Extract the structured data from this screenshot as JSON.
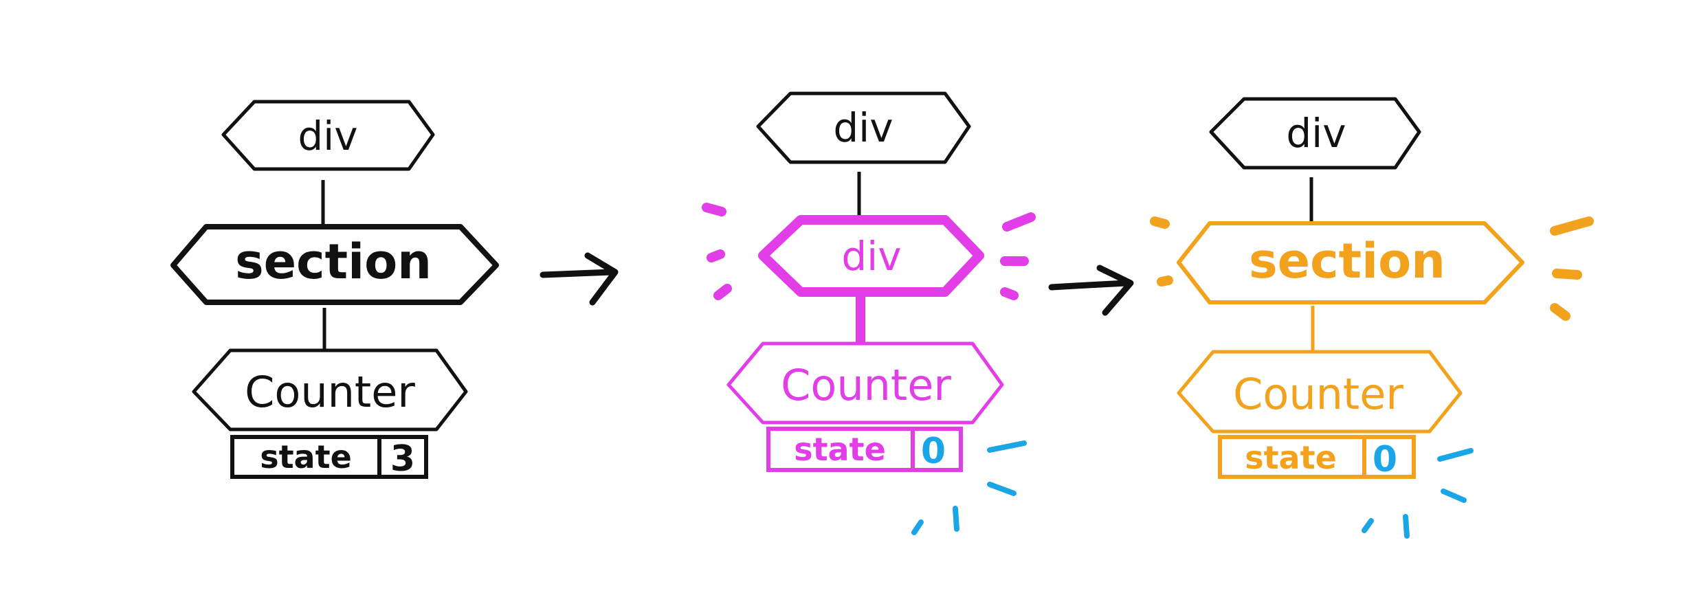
{
  "colors": {
    "black": "#111111",
    "magenta": "#e23ee8",
    "orange": "#f2a21c",
    "blue": "#1aa6e6"
  },
  "trees": [
    {
      "color": "black",
      "top": {
        "label": "div"
      },
      "middle": {
        "label": "section",
        "bold": true
      },
      "counter": {
        "label": "Counter"
      },
      "state": {
        "label": "state",
        "value": "3"
      },
      "burst_middle": false,
      "burst_value": false
    },
    {
      "color": "magenta",
      "top": {
        "label": "div"
      },
      "middle": {
        "label": "div",
        "bold": false
      },
      "counter": {
        "label": "Counter"
      },
      "state": {
        "label": "state",
        "value": "0"
      },
      "burst_middle": true,
      "burst_value": true
    },
    {
      "color": "orange",
      "top": {
        "label": "div"
      },
      "middle": {
        "label": "section",
        "bold": true
      },
      "counter": {
        "label": "Counter"
      },
      "state": {
        "label": "state",
        "value": "0"
      },
      "burst_middle": true,
      "burst_value": true
    }
  ],
  "transitions": [
    {
      "icon": "arrow-right-icon"
    },
    {
      "icon": "arrow-right-icon"
    }
  ]
}
